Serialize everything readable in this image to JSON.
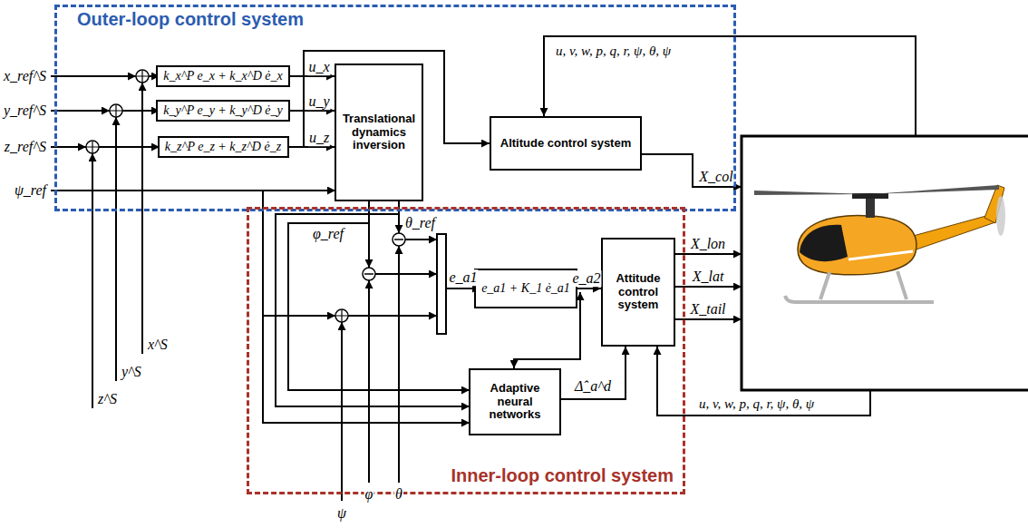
{
  "diagram": {
    "nodes": [
      {
        "text": [
          "Outer-loop control system"
        ]
      },
      {
        "text": [
          "k_x^P e_x + k_x^D ė_x"
        ],
        "in": 0
      },
      {
        "text": [
          "k_y^P e_y + k_y^D ė_y"
        ],
        "in": 0
      },
      {
        "text": [
          "k_z^P e_z + k_z^D ė_z"
        ],
        "in": 0
      },
      {
        "text": [
          "Translational dynamics inversion"
        ],
        "in": 0
      },
      {
        "text": [
          "Altitude control system"
        ],
        "in": 0
      },
      {
        "text": [
          "Inner-loop control system"
        ]
      },
      {
        "text": [
          "e_a1 + K_1 ė_a1"
        ],
        "in": 6
      },
      {
        "text": [
          "Attitude control system"
        ],
        "in": 6
      },
      {
        "text": [
          "Adaptive neural networks"
        ],
        "in": 6
      }
    ],
    "edges": [
      {
        "from": 1,
        "to": 4,
        "arrow": "to",
        "label": "u_x"
      },
      {
        "from": 2,
        "to": 4,
        "arrow": "to",
        "label": "u_y"
      },
      {
        "from": 3,
        "to": 4,
        "arrow": "to",
        "label": "u_z"
      },
      {
        "from": 3,
        "to": 5,
        "arrow": "to"
      },
      {
        "from": 7,
        "to": 8,
        "arrow": "to",
        "label": "e_a2"
      },
      {
        "from": 9,
        "to": 8,
        "arrow": "to",
        "label": "Δ̂_a^d"
      }
    ],
    "labels": [
      "x_ref^S",
      "y_ref^S",
      "z_ref^S",
      "ψ_ref",
      "φ_ref",
      "θ_ref",
      "e_a1",
      "x^S",
      "y^S",
      "z^S",
      "ψ",
      "φ",
      "θ",
      "u, v, w, p, q, r, ψ, θ, ψ",
      "u, v, w, p, q, r, ψ, θ, ψ",
      "X_col",
      "X_lon",
      "X_lat",
      "X_tail"
    ]
  }
}
